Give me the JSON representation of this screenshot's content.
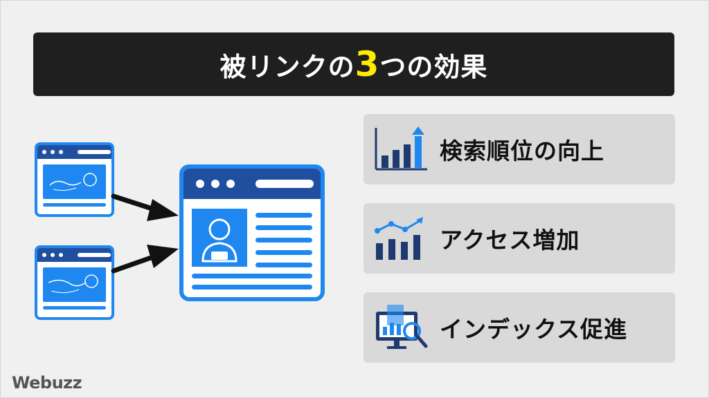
{
  "title": {
    "prefix": "被リンクの",
    "highlight": "3",
    "suffix": "つの効果"
  },
  "effects": [
    {
      "label": "検索順位の向上",
      "icon": "bar-chart-up-arrow-icon"
    },
    {
      "label": "アクセス増加",
      "icon": "bar-chart-trend-line-icon"
    },
    {
      "label": "インデックス促進",
      "icon": "monitor-magnifier-icon"
    }
  ],
  "logo": "Webuzz",
  "colors": {
    "dark_blue": "#1f4f9e",
    "light_blue": "#1e88f0",
    "title_bg": "#1f1f1f",
    "highlight": "#ffeb00",
    "card_bg": "#d9d9d9"
  }
}
